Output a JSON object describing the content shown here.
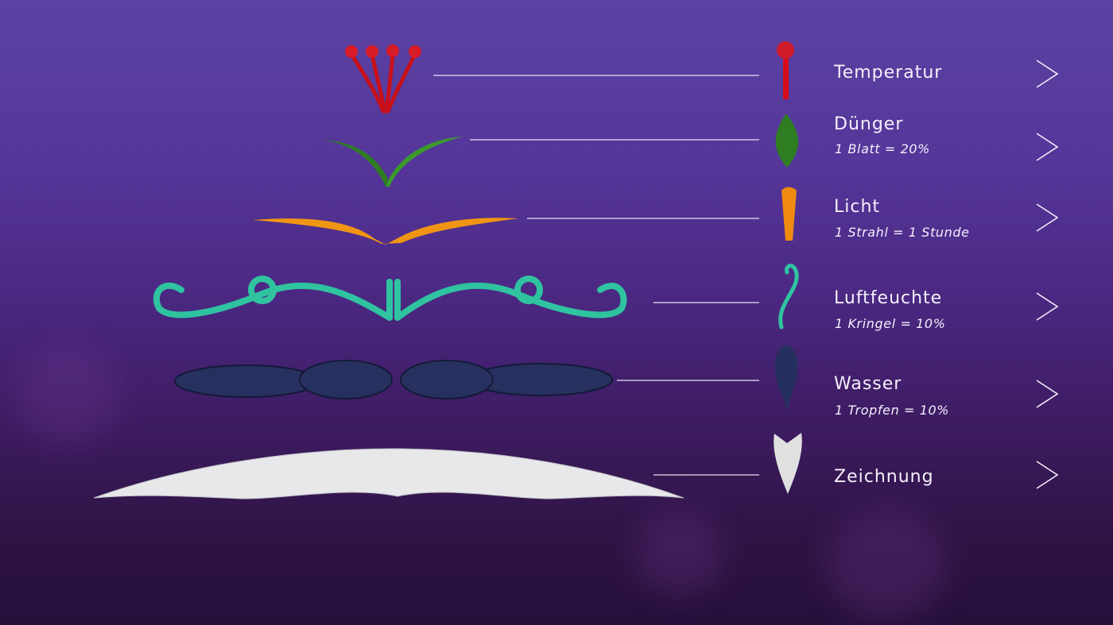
{
  "items": [
    {
      "id": "temperatur",
      "label": "Temperatur",
      "sub": null,
      "color": "#d0141c",
      "icon": "thermometer-stamen-icon"
    },
    {
      "id": "duenger",
      "label": "Dünger",
      "sub": "1 Blatt = 20%",
      "color": "#2f7d24",
      "icon": "leaf-icon"
    },
    {
      "id": "licht",
      "label": "Licht",
      "sub": "1 Strahl = 1 Stunde",
      "color": "#f08a10",
      "icon": "light-ray-icon"
    },
    {
      "id": "luftfeuchte",
      "label": "Luftfeuchte",
      "sub": "1 Kringel = 10%",
      "color": "#2fc3a0",
      "icon": "curl-icon"
    },
    {
      "id": "wasser",
      "label": "Wasser",
      "sub": "1 Tropfen = 10%",
      "color": "#24305e",
      "icon": "drop-icon"
    },
    {
      "id": "zeichnung",
      "label": "Zeichnung",
      "sub": null,
      "color": "#e6e6e6",
      "icon": "petal-icon"
    }
  ]
}
